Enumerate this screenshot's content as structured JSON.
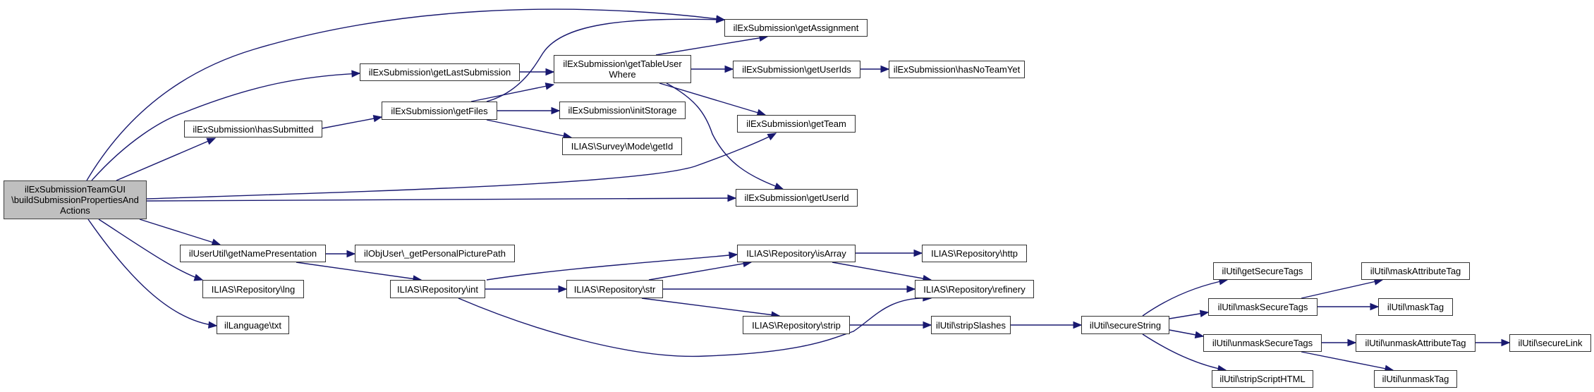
{
  "diagram": {
    "type": "call-graph",
    "root_id": "root",
    "colors": {
      "edge": "#191970",
      "root_fill": "#bfbfbf",
      "node_fill": "#ffffff",
      "border": "#333333"
    },
    "nodes": [
      {
        "id": "root",
        "label": "ilExSubmissionTeamGUI\n\\buildSubmissionPropertiesAnd\nActions"
      },
      {
        "id": "getAssignment",
        "label": "ilExSubmission\\getAssignment"
      },
      {
        "id": "getLastSubmission",
        "label": "ilExSubmission\\getLastSubmission"
      },
      {
        "id": "getTableUserWhere",
        "label": "ilExSubmission\\getTableUser\nWhere"
      },
      {
        "id": "getUserIds",
        "label": "ilExSubmission\\getUserIds"
      },
      {
        "id": "hasNoTeamYet",
        "label": "ilExSubmission\\hasNoTeamYet"
      },
      {
        "id": "hasSubmitted",
        "label": "ilExSubmission\\hasSubmitted"
      },
      {
        "id": "getFiles",
        "label": "ilExSubmission\\getFiles"
      },
      {
        "id": "initStorage",
        "label": "ilExSubmission\\initStorage"
      },
      {
        "id": "surveyGetId",
        "label": "ILIAS\\Survey\\Mode\\getId"
      },
      {
        "id": "getTeam",
        "label": "ilExSubmission\\getTeam"
      },
      {
        "id": "getUserId",
        "label": "ilExSubmission\\getUserId"
      },
      {
        "id": "getNamePresentation",
        "label": "ilUserUtil\\getNamePresentation"
      },
      {
        "id": "getPersonalPicturePath",
        "label": "ilObjUser\\_getPersonalPicturePath"
      },
      {
        "id": "lng",
        "label": "ILIAS\\Repository\\lng"
      },
      {
        "id": "txt",
        "label": "ilLanguage\\txt"
      },
      {
        "id": "int",
        "label": "ILIAS\\Repository\\int"
      },
      {
        "id": "str",
        "label": "ILIAS\\Repository\\str"
      },
      {
        "id": "isArray",
        "label": "ILIAS\\Repository\\isArray"
      },
      {
        "id": "http",
        "label": "ILIAS\\Repository\\http"
      },
      {
        "id": "refinery",
        "label": "ILIAS\\Repository\\refinery"
      },
      {
        "id": "strip",
        "label": "ILIAS\\Repository\\strip"
      },
      {
        "id": "stripSlashes",
        "label": "ilUtil\\stripSlashes"
      },
      {
        "id": "secureString",
        "label": "ilUtil\\secureString"
      },
      {
        "id": "getSecureTags",
        "label": "ilUtil\\getSecureTags"
      },
      {
        "id": "maskSecureTags",
        "label": "ilUtil\\maskSecureTags"
      },
      {
        "id": "maskAttributeTag",
        "label": "ilUtil\\maskAttributeTag"
      },
      {
        "id": "maskTag",
        "label": "ilUtil\\maskTag"
      },
      {
        "id": "unmaskSecureTags",
        "label": "ilUtil\\unmaskSecureTags"
      },
      {
        "id": "unmaskAttributeTag",
        "label": "ilUtil\\unmaskAttributeTag"
      },
      {
        "id": "secureLink",
        "label": "ilUtil\\secureLink"
      },
      {
        "id": "unmaskTag",
        "label": "ilUtil\\unmaskTag"
      },
      {
        "id": "stripScriptHTML",
        "label": "ilUtil\\stripScriptHTML"
      }
    ],
    "edges": [
      {
        "from": "root",
        "to": "getAssignment"
      },
      {
        "from": "root",
        "to": "getLastSubmission"
      },
      {
        "from": "root",
        "to": "hasSubmitted"
      },
      {
        "from": "root",
        "to": "getTeam"
      },
      {
        "from": "root",
        "to": "getUserId"
      },
      {
        "from": "root",
        "to": "getNamePresentation"
      },
      {
        "from": "root",
        "to": "lng"
      },
      {
        "from": "root",
        "to": "txt"
      },
      {
        "from": "getLastSubmission",
        "to": "getTableUserWhere"
      },
      {
        "from": "hasSubmitted",
        "to": "getFiles"
      },
      {
        "from": "getFiles",
        "to": "getAssignment"
      },
      {
        "from": "getFiles",
        "to": "getTableUserWhere"
      },
      {
        "from": "getFiles",
        "to": "initStorage"
      },
      {
        "from": "getFiles",
        "to": "surveyGetId"
      },
      {
        "from": "getTableUserWhere",
        "to": "getAssignment"
      },
      {
        "from": "getTableUserWhere",
        "to": "getUserIds"
      },
      {
        "from": "getTableUserWhere",
        "to": "getTeam"
      },
      {
        "from": "getTableUserWhere",
        "to": "getUserId"
      },
      {
        "from": "getUserIds",
        "to": "hasNoTeamYet"
      },
      {
        "from": "getNamePresentation",
        "to": "getPersonalPicturePath"
      },
      {
        "from": "getNamePresentation",
        "to": "int"
      },
      {
        "from": "int",
        "to": "isArray"
      },
      {
        "from": "int",
        "to": "str"
      },
      {
        "from": "int",
        "to": "refinery"
      },
      {
        "from": "str",
        "to": "isArray"
      },
      {
        "from": "str",
        "to": "refinery"
      },
      {
        "from": "str",
        "to": "strip"
      },
      {
        "from": "isArray",
        "to": "http"
      },
      {
        "from": "isArray",
        "to": "refinery"
      },
      {
        "from": "strip",
        "to": "stripSlashes"
      },
      {
        "from": "stripSlashes",
        "to": "secureString"
      },
      {
        "from": "secureString",
        "to": "getSecureTags"
      },
      {
        "from": "secureString",
        "to": "maskSecureTags"
      },
      {
        "from": "secureString",
        "to": "unmaskSecureTags"
      },
      {
        "from": "secureString",
        "to": "stripScriptHTML"
      },
      {
        "from": "maskSecureTags",
        "to": "maskAttributeTag"
      },
      {
        "from": "maskSecureTags",
        "to": "maskTag"
      },
      {
        "from": "unmaskSecureTags",
        "to": "unmaskAttributeTag"
      },
      {
        "from": "unmaskSecureTags",
        "to": "unmaskTag"
      },
      {
        "from": "unmaskAttributeTag",
        "to": "secureLink"
      }
    ]
  }
}
